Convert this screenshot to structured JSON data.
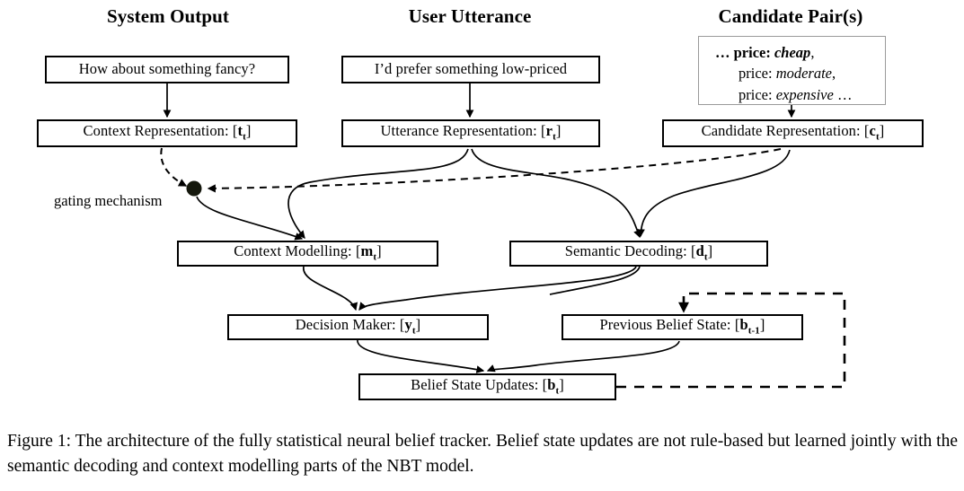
{
  "figure": {
    "columns": [
      {
        "id": "system-output",
        "title": "System Output"
      },
      {
        "id": "user-utterance",
        "title": "User Utterance"
      },
      {
        "id": "candidate-pairs",
        "title": "Candidate Pair(s)"
      }
    ],
    "nodes": {
      "system_utterance": {
        "label": "How about something fancy?"
      },
      "user_utterance": {
        "label": "I’d prefer something low-priced"
      },
      "context_representation": {
        "prefix": "Context Representation: [",
        "vector": "t",
        "subscript": "t",
        "suffix": "]"
      },
      "utterance_representation": {
        "prefix": "Utterance Representation: [",
        "vector": "r",
        "subscript": "t",
        "suffix": "]"
      },
      "candidate_representation": {
        "prefix": "Candidate Representation: [",
        "vector": "c",
        "subscript": "t",
        "suffix": "]"
      },
      "context_modelling": {
        "prefix": "Context Modelling: [",
        "vector": "m",
        "subscript": "t",
        "suffix": "]"
      },
      "semantic_decoding": {
        "prefix": "Semantic Decoding: [",
        "vector": "d",
        "subscript": "t",
        "suffix": "]"
      },
      "decision_maker": {
        "prefix": "Decision Maker: [",
        "vector": "y",
        "subscript": "t",
        "suffix": "]"
      },
      "previous_belief_state": {
        "prefix": "Previous Belief State: [",
        "vector": "b",
        "subscript": "t-1",
        "suffix": "]"
      },
      "belief_state_updates": {
        "prefix": "Belief State Updates: [",
        "vector": "b",
        "subscript": "t",
        "suffix": "]"
      }
    },
    "candidate_pairs": {
      "lines": [
        {
          "lead": "… ",
          "key": "price:",
          "value": "cheap",
          "tail": ","
        },
        {
          "lead": "",
          "key": "price:",
          "value": "moderate",
          "tail": ","
        },
        {
          "lead": "",
          "key": "price:",
          "value": "expensive",
          "tail": " …"
        }
      ]
    },
    "gating": {
      "label": "gating mechanism"
    },
    "caption": "Figure 1: The architecture of the fully statistical neural belief tracker. Belief state updates are not rule-based but learned jointly with the semantic decoding and context modelling parts of the NBT model.",
    "colors": {
      "stroke": "#000000",
      "box_border": "#000000",
      "candidate_border": "#9a9a9a",
      "gating_node": "#14170c",
      "background": "#ffffff"
    }
  }
}
